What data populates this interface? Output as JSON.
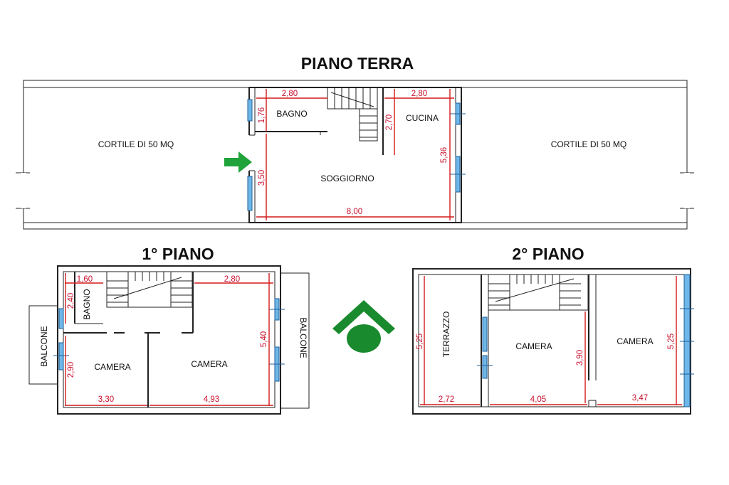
{
  "floors": {
    "ground": {
      "title": "PIANO TERRA",
      "rooms": {
        "courtyard_left": "CORTILE DI 50 MQ",
        "courtyard_right": "CORTILE DI 50 MQ",
        "bathroom": "BAGNO",
        "kitchen": "CUCINA",
        "living": "SOGGIORNO"
      },
      "dims": {
        "bath_width": "2,80",
        "bath_height": "1,76",
        "kitchen_width": "2,80",
        "kitchen_height": "2,70",
        "right_height": "5,36",
        "living_height": "3,50",
        "total_width": "8,00"
      }
    },
    "first": {
      "title": "1° PIANO",
      "rooms": {
        "balcony_left": "BALCONE",
        "balcony_right": "BALCONE",
        "bathroom": "BAGNO",
        "bedroom_left": "CAMERA",
        "bedroom_right": "CAMERA"
      },
      "dims": {
        "bath_width": "1,60",
        "bath_height": "2,40",
        "top_right_width": "2,80",
        "right_height": "5,40",
        "left_height": "2,90",
        "bottom_left_width": "3,30",
        "bottom_right_width": "4,93"
      }
    },
    "second": {
      "title": "2° PIANO",
      "rooms": {
        "terrace": "TERRAZZO",
        "bedroom_center": "CAMERA",
        "bedroom_right": "CAMERA"
      },
      "dims": {
        "terrace_height": "5,25",
        "terrace_width": "2,72",
        "center_width": "4,05",
        "center_height": "3,90",
        "right_width": "3,47",
        "right_height": "5,25"
      }
    }
  },
  "colors": {
    "wall": "#222222",
    "dimension": "#d41a1a",
    "window": "#6fb7e8",
    "entrance_arrow": "#1fa33a",
    "logo": "#1a8a2e"
  },
  "icons": {
    "entrance": "entrance-arrow-icon",
    "logo": "house-logo-icon"
  }
}
